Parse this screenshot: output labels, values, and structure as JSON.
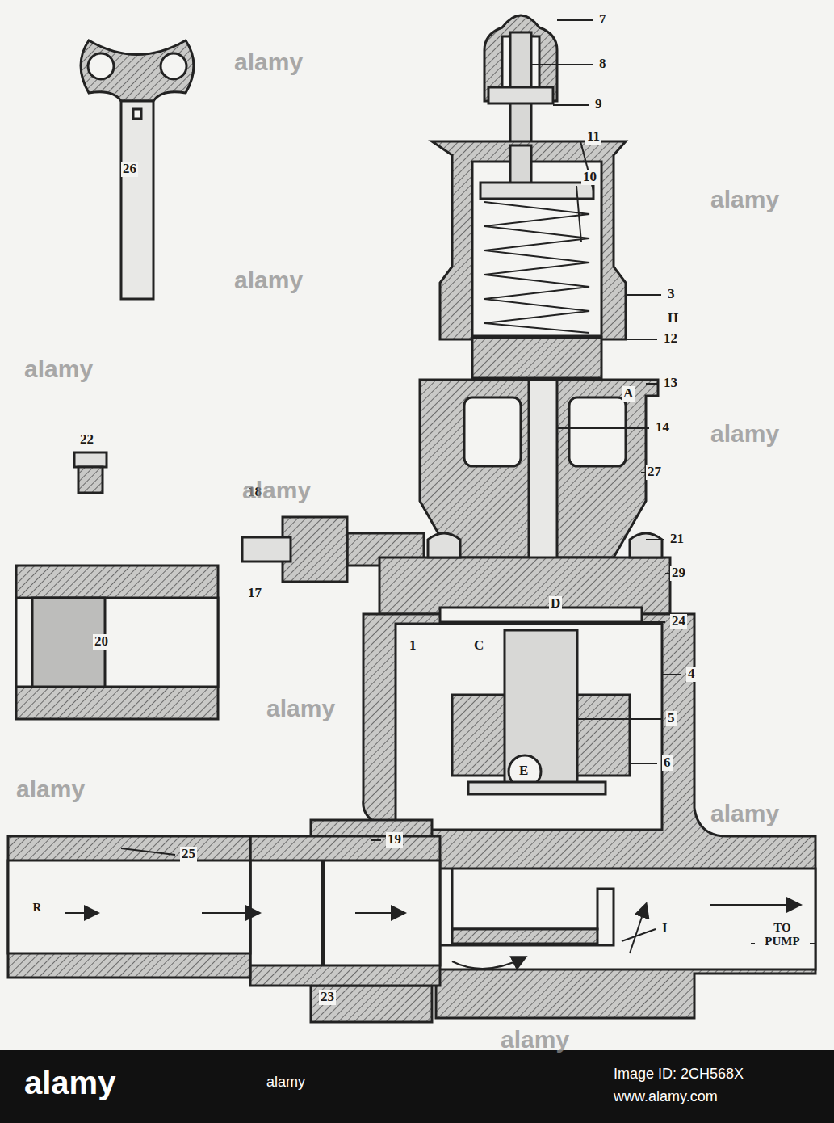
{
  "diagram": {
    "labels": [
      "26",
      "7",
      "8",
      "9",
      "11",
      "10",
      "3",
      "H",
      "12",
      "13",
      "A",
      "14",
      "27",
      "22",
      "18",
      "17",
      "21",
      "29",
      "D",
      "24",
      "C",
      "4",
      "1",
      "20",
      "5",
      "6",
      "E",
      "19",
      "25",
      "23",
      "R",
      "I",
      "TO PUMP",
      "alamy",
      "alamy",
      "alamy",
      "alamy",
      "alamy",
      "alamy",
      "alamy",
      "alamy",
      "alamy",
      "alamy",
      "alamy",
      "alamy",
      "Image ID: 2CH568X",
      "www.alamy.com"
    ]
  }
}
